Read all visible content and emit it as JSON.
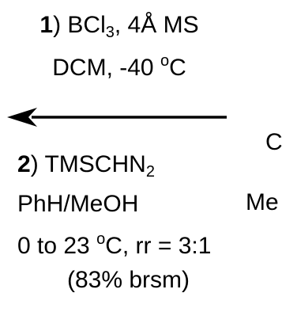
{
  "step1": {
    "number": "1",
    "paren": ")",
    "reagent_a": "BCl",
    "reagent_a_sub": "3",
    "reagent_a_rest": ", 4Å MS",
    "line2_pre": "DCM, -40 ",
    "line2_sup": "o",
    "line2_post": "C"
  },
  "step2": {
    "number": "2",
    "paren": ")",
    "reagent_pre": "TMSCHN",
    "reagent_sub": "2",
    "solvent": "PhH/MeOH",
    "temp_pre": "0 to 23 ",
    "temp_sup": "o",
    "temp_post": "C, rr = 3:1",
    "yield": "(83% brsm)"
  },
  "cutoff": {
    "right_fragment_1": "C",
    "right_fragment_2": "Me"
  },
  "colors": {
    "text": "#000000",
    "arrow": "#000000"
  }
}
